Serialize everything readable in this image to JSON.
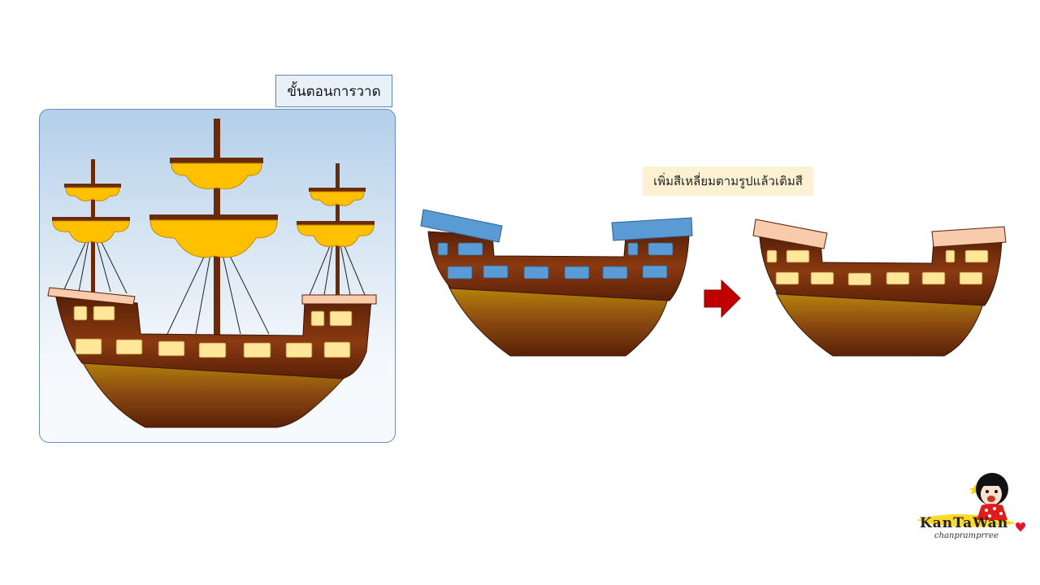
{
  "slide": {
    "title": "ขั้นตอนการวาด",
    "caption": "เพิ่มสีเหลี่ยมตามรูปแล้วเติมสี"
  },
  "logo": {
    "name": "KanTaWan",
    "sub": "chanpramprree"
  },
  "colors": {
    "hull_dark": "#6b2a0a",
    "hull_gold": "#b8860b",
    "sail": "#ffc000",
    "window": "#ffe699",
    "deck_blue": "#5b9bd5",
    "deck_peach": "#f8cbad",
    "arrow": "#c00000"
  },
  "icons": [
    "right-arrow-icon"
  ]
}
